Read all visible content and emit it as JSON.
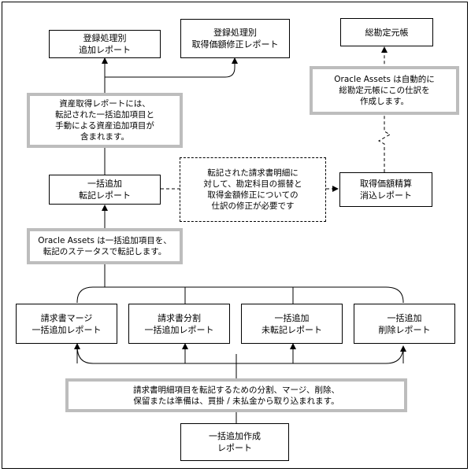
{
  "boxes": {
    "additions_by_source": [
      "登録処理別",
      "追加レポート"
    ],
    "cost_adjustments_by_source": [
      "登録処理別",
      "取得価額修正レポート"
    ],
    "general_ledger": [
      "総勘定元帳"
    ],
    "mass_additions_posting": [
      "一括追加",
      "転記レポート"
    ],
    "cost_clearing": [
      "取得価額精算",
      "消込レポート"
    ],
    "invoice_merge": [
      "請求書マージ",
      "一括追加レポート"
    ],
    "invoice_split": [
      "請求書分割",
      "一括追加レポート"
    ],
    "unposted": [
      "一括追加",
      "未転記レポート"
    ],
    "delete": [
      "一括追加",
      "削除レポート"
    ],
    "mass_additions_create": [
      "一括追加作成",
      "レポート"
    ]
  },
  "notes": {
    "gl_auto": [
      "Oracle Assets は自動的に",
      "総勘定元帳にこの仕訳を",
      "作成します。"
    ],
    "acquisition": [
      "資産取得レポートには、",
      "転記された一括追加項目と",
      "手動による資産追加項目が",
      "含まれます。"
    ],
    "invoice_lines": [
      "転記された請求書明細に",
      "対して、勘定科目の振替と",
      "取得金額修正についての",
      "仕訳の修正が必要です"
    ],
    "posting_status": [
      "Oracle Assets は一括追加項目を、",
      "転記のステータスで転記します。"
    ],
    "import": [
      "請求書明細項目を転記するための分割、マージ、削除、",
      "保留または準備は、買掛 / 未払金から取り込まれます。"
    ]
  }
}
